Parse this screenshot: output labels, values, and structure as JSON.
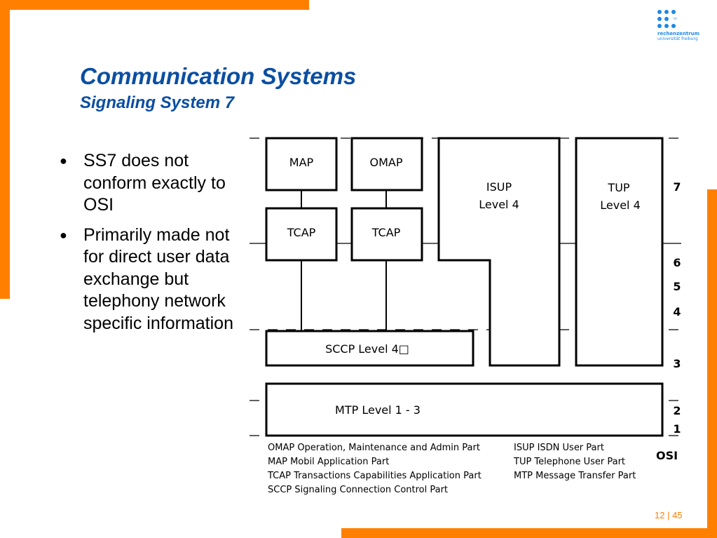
{
  "title": "Communication Systems",
  "subtitle": "Signaling System 7",
  "logo": {
    "line1": "rechenzentrum",
    "line2": "universität freiburg",
    "badge": "rz"
  },
  "bullets": [
    "SS7 does not conform exactly to OSI",
    "Primarily made not for direct user data exchange but telephony network specific information"
  ],
  "diagram": {
    "boxes": {
      "map": "MAP",
      "omap": "OMAP",
      "tcap1": "TCAP",
      "tcap2": "TCAP",
      "isup_line1": "ISUP",
      "isup_line2": "Level 4",
      "tup_line1": "TUP",
      "tup_line2": "Level 4",
      "sccp": "SCCP Level 4□",
      "mtp": "MTP Level 1 - 3"
    },
    "osi_levels": [
      "7",
      "6",
      "5",
      "4",
      "3",
      "2",
      "1"
    ],
    "osi_label": "OSI"
  },
  "legend": [
    "OMAP  Operation, Maintenance and Admin Part",
    "MAP  Mobil Application Part",
    "TCAP  Transactions Capabilities Application Part",
    "SCCP  Signaling Connection Control Part",
    "ISUP  ISDN User Part",
    "TUP  Telephone User Part",
    "MTP  Message Transfer Part"
  ],
  "page": {
    "current": "12",
    "total": "45",
    "separator": " | "
  },
  "colors": {
    "accent": "#ff8000",
    "title": "#0b4ea2",
    "logo": "#1e88e5"
  }
}
